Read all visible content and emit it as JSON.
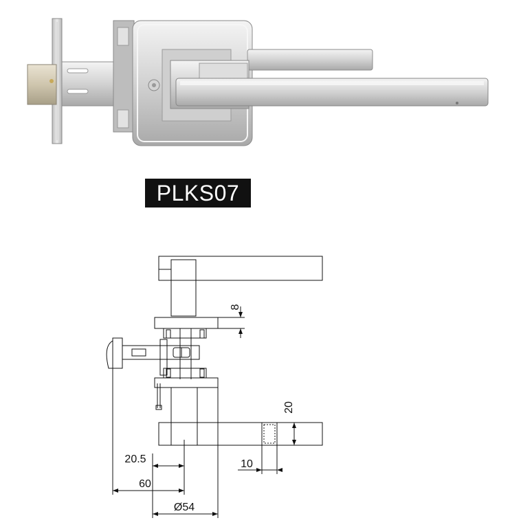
{
  "product": {
    "model_code": "PLKS07"
  },
  "drawing": {
    "dimensions": {
      "rose_thickness": "8",
      "lever_height": "20",
      "lever_width": "10",
      "center_offset": "20.5",
      "backset": "60",
      "rose_diameter": "Ø54"
    }
  },
  "colors": {
    "label_background": "#111111",
    "label_text": "#ffffff",
    "steel_light": "#e6e6e6",
    "steel_mid": "#c8c8c8",
    "steel_dark": "#9a9a9a",
    "line": "#111111"
  }
}
